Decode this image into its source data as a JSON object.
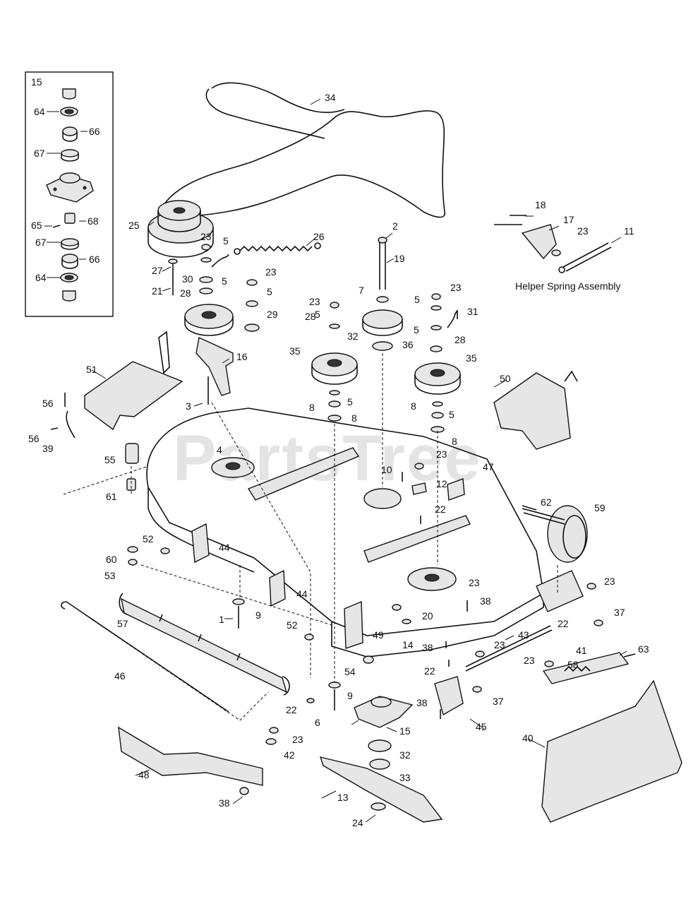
{
  "inset": {
    "group_label": "15"
  },
  "helper_spring": {
    "caption": "Helper Spring Assembly"
  },
  "watermark": {
    "text": "PartsTree",
    "tm": "™"
  },
  "callouts": [
    "1",
    "2",
    "3",
    "4",
    "5",
    "6",
    "7",
    "8",
    "9",
    "10",
    "11",
    "12",
    "13",
    "14",
    "15",
    "16",
    "17",
    "18",
    "19",
    "20",
    "21",
    "22",
    "23",
    "24",
    "25",
    "26",
    "27",
    "28",
    "29",
    "30",
    "31",
    "32",
    "33",
    "34",
    "35",
    "36",
    "37",
    "38",
    "39",
    "40",
    "41",
    "42",
    "43",
    "44",
    "45",
    "46",
    "47",
    "48",
    "49",
    "50",
    "51",
    "52",
    "53",
    "54",
    "55",
    "56",
    "57",
    "58",
    "59",
    "60",
    "61",
    "62",
    "63",
    "64",
    "65",
    "66",
    "67",
    "68"
  ]
}
